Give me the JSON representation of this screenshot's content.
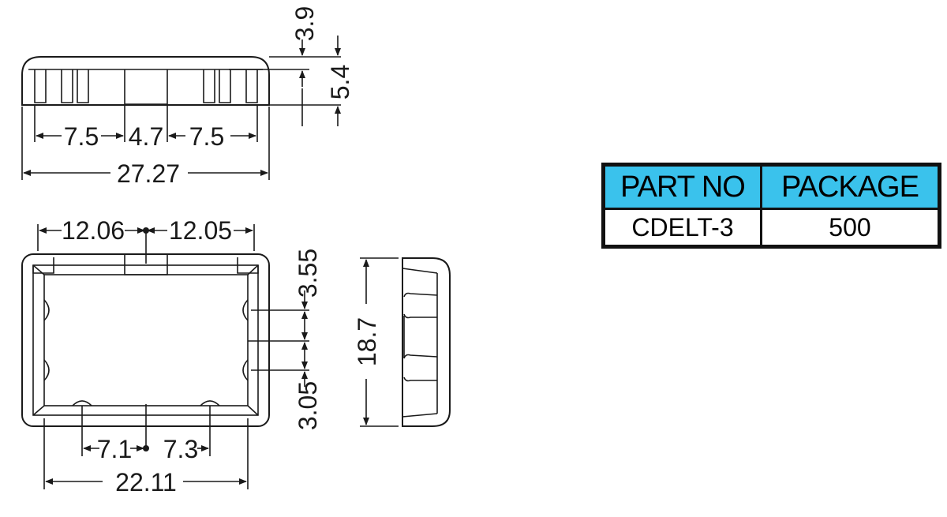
{
  "dimensions": {
    "top_view": {
      "height_upper": "3.9",
      "height_lower": "5.4",
      "seg_left": "7.5",
      "seg_mid": "4.7",
      "seg_right": "7.5",
      "overall_width": "27.27"
    },
    "plan_view": {
      "top_left": "12.06",
      "top_right": "12.05",
      "side_upper": "3.55",
      "side_lower": "3.05",
      "bottom_left": "7.1",
      "bottom_right": "7.3",
      "inner_width": "22.11"
    },
    "side_view": {
      "overall_height": "18.7"
    }
  },
  "table": {
    "headers": [
      "PART NO",
      "PACKAGE"
    ],
    "rows": [
      [
        "CDELT-3",
        "500"
      ]
    ],
    "header_color": "#3ac2ec"
  }
}
